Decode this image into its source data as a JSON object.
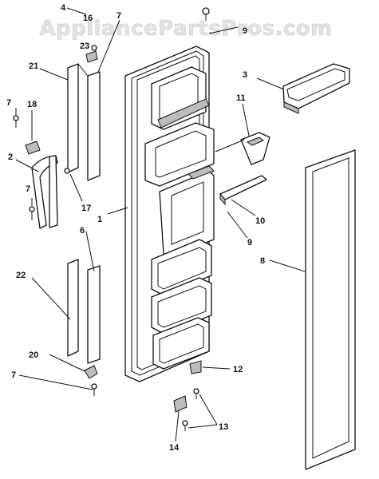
{
  "watermark": "AppliancePartsPros.com",
  "callouts": {
    "c1": "1",
    "c2": "2",
    "c3": "3",
    "c4": "4",
    "c6": "6",
    "c7a": "7",
    "c7b": "7",
    "c7c": "7",
    "c7d": "7",
    "c8": "8",
    "c9a": "9",
    "c9b": "9",
    "c10": "10",
    "c11": "11",
    "c12": "12",
    "c13": "13",
    "c14": "14",
    "c16": "16",
    "c17": "17",
    "c18": "18",
    "c20": "20",
    "c21": "21",
    "c22": "22",
    "c23": "23"
  }
}
